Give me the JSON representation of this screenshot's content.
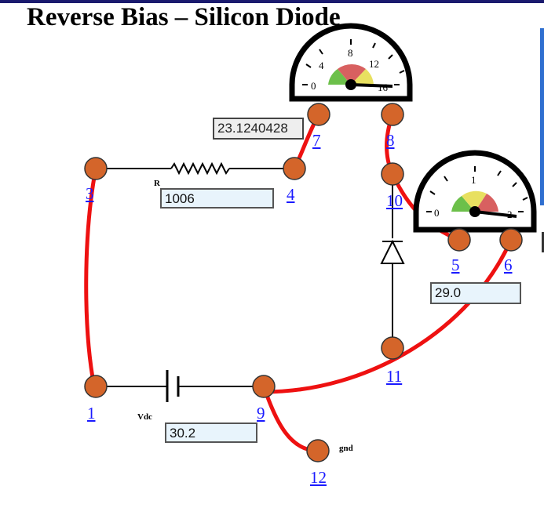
{
  "title": "Reverse Bias – Silicon Diode",
  "components": {
    "resistor": {
      "tag": "R",
      "value": "1006"
    },
    "battery": {
      "tag": "Vdc",
      "value": "30.2"
    },
    "ground": {
      "tag": "gnd"
    }
  },
  "meters": {
    "left": {
      "ticks": [
        "0",
        "4",
        "8",
        "12",
        "16"
      ],
      "readout": "23.1240428",
      "level_fraction": 1.0
    },
    "right": {
      "ticks": [
        "0",
        "1",
        "2"
      ],
      "readout": "29.0",
      "level_fraction": 1.0
    }
  },
  "nodes": [
    "1",
    "3",
    "4",
    "5",
    "6",
    "7",
    "8",
    "9",
    "10",
    "11",
    "12"
  ],
  "colors": {
    "wire": "#ee1111",
    "node": "#d4652a",
    "lead": "#000000"
  }
}
